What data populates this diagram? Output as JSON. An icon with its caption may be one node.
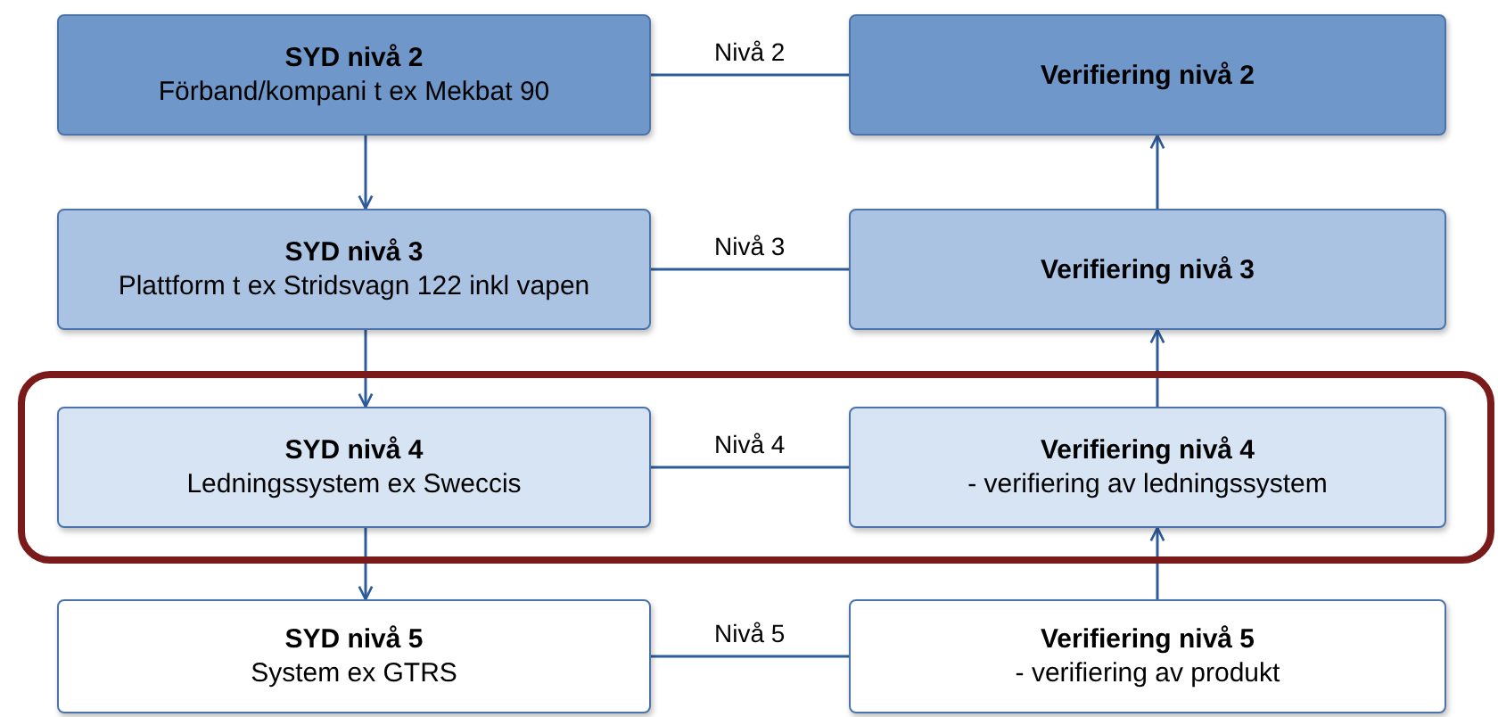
{
  "diagram": {
    "nodes": [
      {
        "text": [
          "SYD nivå 2",
          "Förband/kompani t ex Mekbat 90"
        ]
      },
      {
        "text": [
          "Verifiering nivå 2"
        ]
      },
      {
        "text": [
          "SYD nivå 3",
          "Plattform t ex Stridsvagn 122 inkl vapen"
        ]
      },
      {
        "text": [
          "Verifiering nivå 3"
        ]
      },
      {
        "text": [],
        "shape": "box"
      },
      {
        "text": [
          "SYD nivå 4",
          "Ledningssystem ex Sweccis"
        ],
        "in": 4
      },
      {
        "text": [
          "Verifiering nivå 4",
          "- verifiering av ledningssystem"
        ],
        "in": 4
      },
      {
        "text": [
          "SYD nivå 5",
          "System ex GTRS"
        ]
      },
      {
        "text": [
          "Verifiering nivå 5",
          "- verifiering av produkt"
        ]
      }
    ],
    "edges": [
      {
        "from": 0,
        "to": 1,
        "arrow": "none",
        "label": "Nivå 2"
      },
      {
        "from": 0,
        "to": 2,
        "arrow": "to"
      },
      {
        "from": 2,
        "to": 3,
        "arrow": "none",
        "label": "Nivå 3"
      },
      {
        "from": 3,
        "to": 1,
        "arrow": "to"
      },
      {
        "from": 2,
        "to": 5,
        "arrow": "to"
      },
      {
        "from": 6,
        "to": 3,
        "arrow": "to"
      },
      {
        "from": 5,
        "to": 6,
        "arrow": "none",
        "label": "Nivå 4"
      },
      {
        "from": 5,
        "to": 7,
        "arrow": "to"
      },
      {
        "from": 8,
        "to": 6,
        "arrow": "to"
      },
      {
        "from": 7,
        "to": 8,
        "arrow": "none",
        "label": "Nivå 5"
      }
    ]
  }
}
